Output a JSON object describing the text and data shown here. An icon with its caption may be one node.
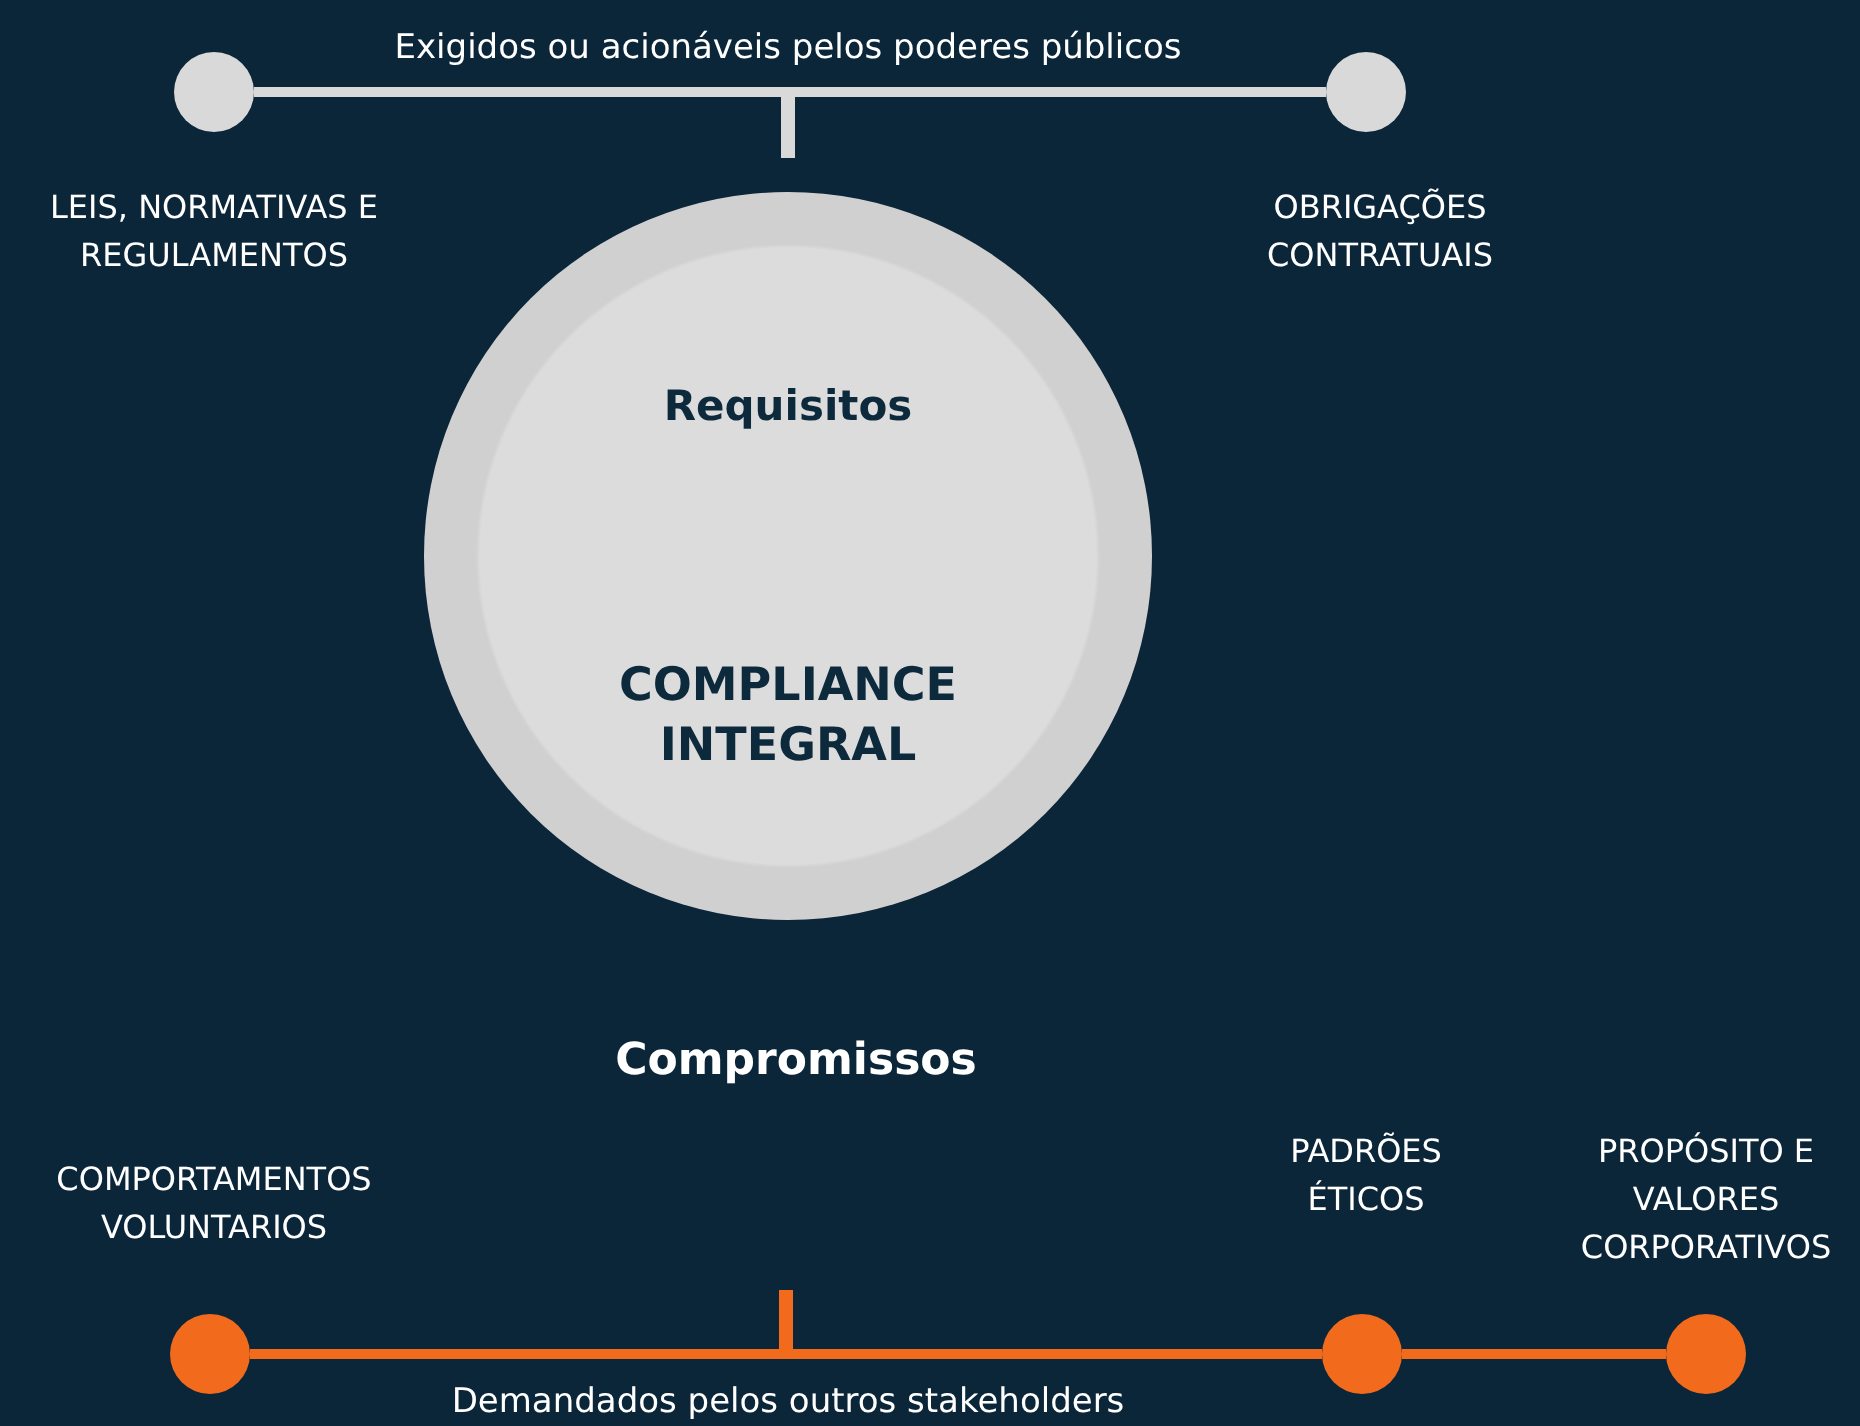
{
  "diagram": {
    "nodes": [
      {
        "text": [
          "Requisitos",
          "COMPLIANCE INTEGRAL"
        ]
      },
      {
        "text": [],
        "shape": "circle",
        "beside": [
          "LEIS, NORMATIVAS E REGULAMENTOS"
        ]
      },
      {
        "text": [],
        "shape": "circle",
        "beside": [
          "OBRIGAÇÕES CONTRATUAIS"
        ]
      },
      {
        "text": [],
        "shape": "circle",
        "beside": [
          "COMPORTAMENTOS VOLUNTARIOS"
        ]
      },
      {
        "text": [],
        "shape": "circle",
        "beside": [
          "PADRÕES ÉTICOS"
        ]
      },
      {
        "text": [],
        "shape": "circle",
        "beside": [
          "PROPÓSITO E VALORES CORPORATIVOS"
        ]
      }
    ],
    "edges": [
      {
        "from": 1,
        "to": 2,
        "arrow": "none",
        "label": "Exigidos ou acionáveis pelos poderes públicos",
        "color": "#d9d9d9"
      },
      {
        "from": 3,
        "to": 4,
        "arrow": "none",
        "label": "Demandados pelos outros stakeholders"
      },
      {
        "from": 4,
        "to": 5,
        "arrow": "none"
      }
    ],
    "labels": [
      "Compromissos"
    ]
  }
}
